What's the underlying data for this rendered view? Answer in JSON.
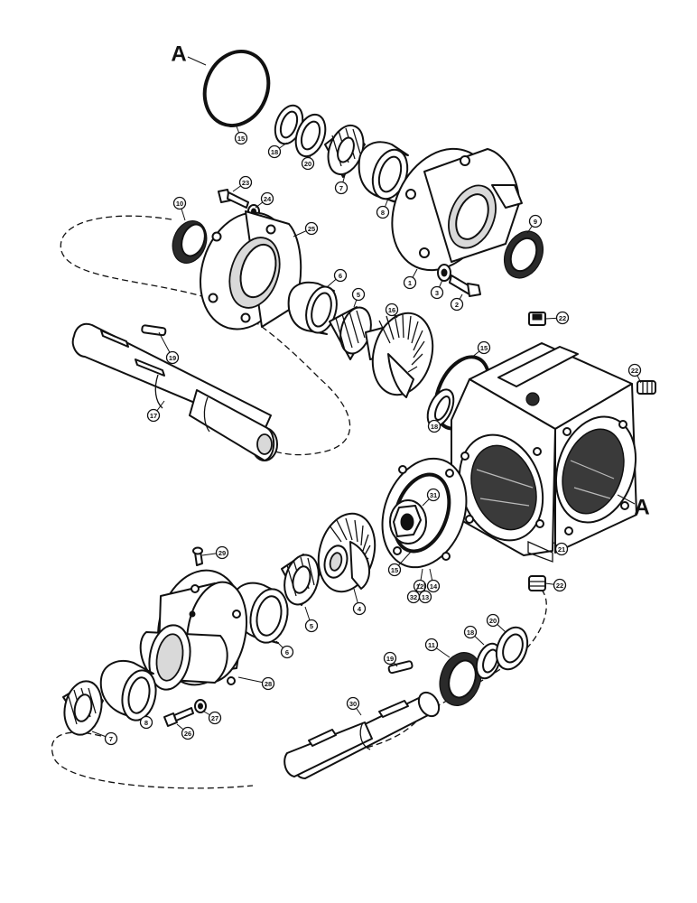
{
  "reference_marks": [
    {
      "id": "ref-a-top",
      "label": "A"
    },
    {
      "id": "ref-a-right",
      "label": "A"
    }
  ],
  "callouts": [
    {
      "id": "c15a",
      "label": "15"
    },
    {
      "id": "c18a",
      "label": "18"
    },
    {
      "id": "c20a",
      "label": "20"
    },
    {
      "id": "c7a",
      "label": "7"
    },
    {
      "id": "c8a",
      "label": "8"
    },
    {
      "id": "c9",
      "label": "9"
    },
    {
      "id": "c1",
      "label": "1"
    },
    {
      "id": "c3",
      "label": "3"
    },
    {
      "id": "c2",
      "label": "2"
    },
    {
      "id": "c23",
      "label": "23"
    },
    {
      "id": "c24",
      "label": "24"
    },
    {
      "id": "c10",
      "label": "10"
    },
    {
      "id": "c25",
      "label": "25"
    },
    {
      "id": "c6a",
      "label": "6"
    },
    {
      "id": "c5a",
      "label": "5"
    },
    {
      "id": "c16",
      "label": "16"
    },
    {
      "id": "c19a",
      "label": "19"
    },
    {
      "id": "c17",
      "label": "17"
    },
    {
      "id": "c22a",
      "label": "22"
    },
    {
      "id": "c22b",
      "label": "22"
    },
    {
      "id": "c15b",
      "label": "15"
    },
    {
      "id": "c18b",
      "label": "18"
    },
    {
      "id": "c31",
      "label": "31"
    },
    {
      "id": "c15c",
      "label": "15"
    },
    {
      "id": "c12",
      "label": "12"
    },
    {
      "id": "c14",
      "label": "14"
    },
    {
      "id": "c32",
      "label": "32"
    },
    {
      "id": "c13",
      "label": "13"
    },
    {
      "id": "c21",
      "label": "21"
    },
    {
      "id": "c22c",
      "label": "22"
    },
    {
      "id": "c29",
      "label": "29"
    },
    {
      "id": "c4",
      "label": "4"
    },
    {
      "id": "c5b",
      "label": "5"
    },
    {
      "id": "c6b",
      "label": "6"
    },
    {
      "id": "c28",
      "label": "28"
    },
    {
      "id": "c20b",
      "label": "20"
    },
    {
      "id": "c18c",
      "label": "18"
    },
    {
      "id": "c19b",
      "label": "19"
    },
    {
      "id": "c11",
      "label": "11"
    },
    {
      "id": "c30",
      "label": "30"
    },
    {
      "id": "c7b",
      "label": "7"
    },
    {
      "id": "c8b",
      "label": "8"
    },
    {
      "id": "c26",
      "label": "26"
    },
    {
      "id": "c27",
      "label": "27"
    }
  ]
}
